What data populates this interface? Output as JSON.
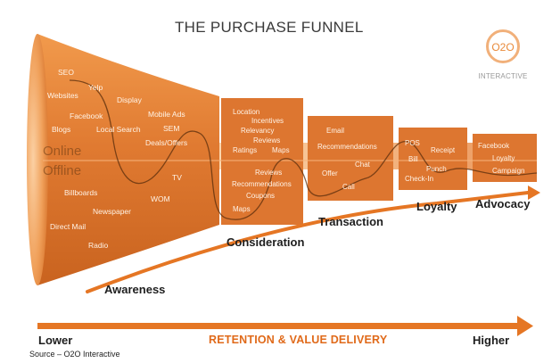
{
  "title": "THE PURCHASE FUNNEL",
  "logo": {
    "mark": "O2O",
    "subtitle": "INTERACTIVE"
  },
  "colors": {
    "funnel_light": "#e8823a",
    "funnel_dark": "#c35f1f",
    "accent": "#e57624",
    "text_dark": "#1e1e1e"
  },
  "awareness_words": [
    "SEO",
    "Yelp",
    "Websites",
    "Display",
    "Facebook",
    "Mobile Ads",
    "Blogs",
    "Local Search",
    "SEM",
    "Deals/Offers",
    "TV",
    "WOM",
    "Billboards",
    "Newspaper",
    "Direct Mail",
    "Radio"
  ],
  "segments": {
    "online": "Online",
    "offline": "Offline"
  },
  "consideration_words": [
    "Location",
    "Incentives",
    "Relevancy",
    "Reviews",
    "Ratings",
    "Maps",
    "Reviews",
    "Recommendations",
    "Coupons",
    "Maps"
  ],
  "transaction_words": [
    "Email",
    "Recommendations",
    "Chat",
    "Offer",
    "Call"
  ],
  "loyalty_words": [
    "POS",
    "Receipt",
    "Bill",
    "Punch",
    "Check-In"
  ],
  "advocacy_words": [
    "Facebook",
    "Loyalty",
    "Campaign"
  ],
  "stages": {
    "awareness": "Awareness",
    "consideration": "Consideration",
    "transaction": "Transaction",
    "loyalty": "Loyalty",
    "advocacy": "Advocacy"
  },
  "axis": {
    "low": "Lower",
    "center": "RETENTION & VALUE DELIVERY",
    "high": "Higher"
  },
  "source": "Source – O2O Interactive"
}
